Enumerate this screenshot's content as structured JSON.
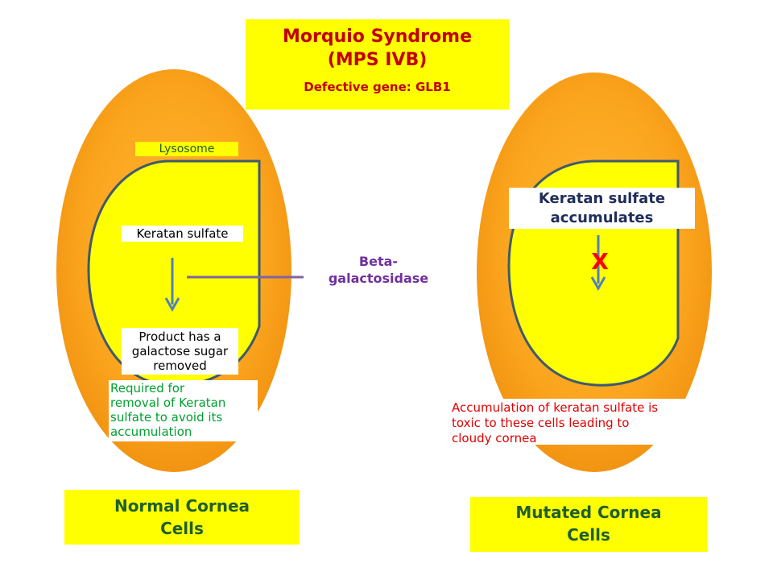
{
  "title": {
    "line1": "Morquio Syndrome",
    "line2": "(MPS IVB)",
    "gene": "Defective gene: GLB1"
  },
  "normal_cell": {
    "lysosome_label": "Lysosome",
    "substrate": "Keratan sulfate",
    "product_line1": "Product has a",
    "product_line2": "galactose sugar",
    "product_line3": "removed",
    "note_line1": "Required for",
    "note_line2": "removal of Keratan",
    "note_line3": "sulfate to avoid its",
    "note_line4": "accumulation",
    "caption_line1": "Normal Cornea",
    "caption_line2": "Cells"
  },
  "enzyme": {
    "line1": "Beta-",
    "line2": "galactosidase"
  },
  "mutated_cell": {
    "substrate_line1": "Keratan sulfate",
    "substrate_line2": "accumulates",
    "block_mark": "X",
    "note_line1": "Accumulation of keratan sulfate is",
    "note_line2": "toxic to these cells leading to",
    "note_line3": "cloudy cornea",
    "caption_line1": "Mutated Cornea",
    "caption_line2": "Cells"
  },
  "colors": {
    "cell_orange": "#f7a21b",
    "lysosome_yellow": "#ffff00",
    "outline": "#3f5a6e",
    "arrow": "#4f81bd",
    "enzyme_line": "#8064a2"
  }
}
